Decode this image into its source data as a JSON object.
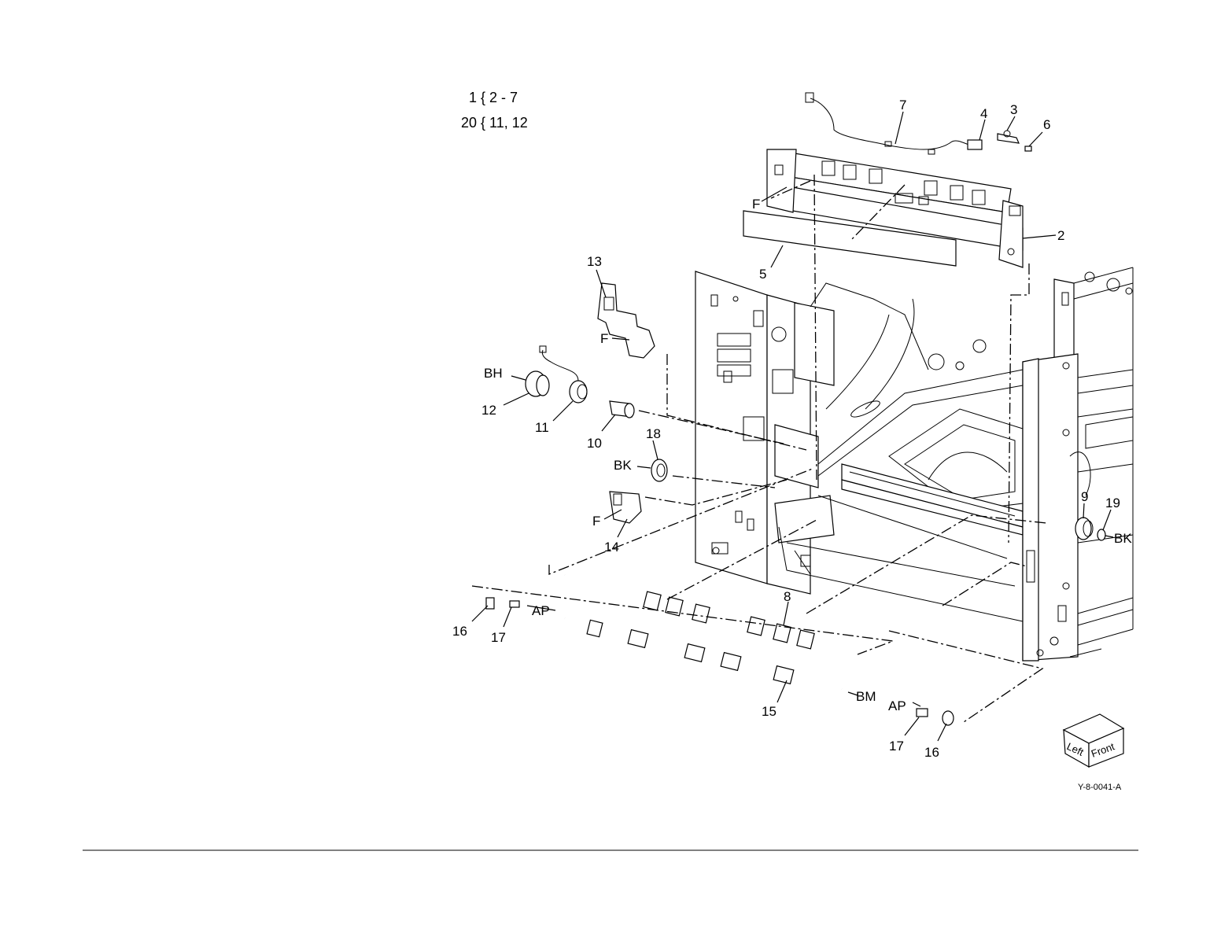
{
  "legend": {
    "line1": "1 { 2 - 7",
    "line2": "20 { 11, 12"
  },
  "callouts": {
    "c2": "2",
    "c3": "3",
    "c4": "4",
    "c5": "5",
    "c6": "6",
    "c7": "7",
    "c8": "8",
    "c9": "9",
    "c10": "10",
    "c11": "11",
    "c12": "12",
    "c13": "13",
    "c14": "14",
    "c15": "15",
    "c16a": "16",
    "c16b": "16",
    "c17a": "17",
    "c17b": "17",
    "c18": "18",
    "c19": "19"
  },
  "letters": {
    "f1": "F",
    "f2": "F",
    "f3": "F",
    "bh": "BH",
    "bk1": "BK",
    "bk2": "BK",
    "ap1": "AP",
    "ap2": "AP",
    "bm": "BM"
  },
  "orientation": {
    "left": "Left",
    "front": "Front"
  },
  "figure_code": "Y-8-0041-A"
}
